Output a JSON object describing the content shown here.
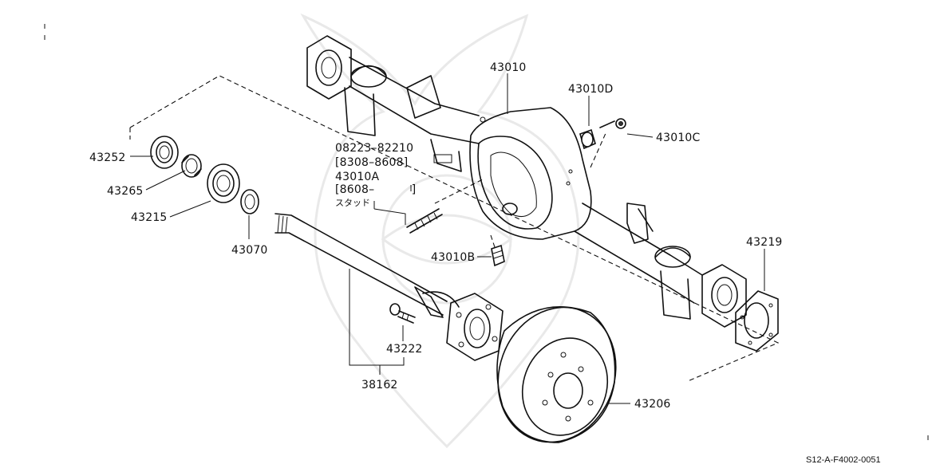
{
  "diagram": {
    "labels": {
      "p43010": "43010",
      "p43010D": "43010D",
      "p43010C": "43010C",
      "p43252": "43252",
      "p43265": "43265",
      "p43215": "43215",
      "p43070": "43070",
      "stud_line1": "08223–82210",
      "stud_line2": "[8308–8608]",
      "stud_line3": "43010A",
      "stud_line4": "[8608–          ]",
      "stud_line5": "スタッド",
      "p43010B": "43010B",
      "p43219": "43219",
      "p43222": "43222",
      "p38162": "38162",
      "p43206": "43206"
    },
    "reference_code": "S12-A-F4002-0051"
  }
}
